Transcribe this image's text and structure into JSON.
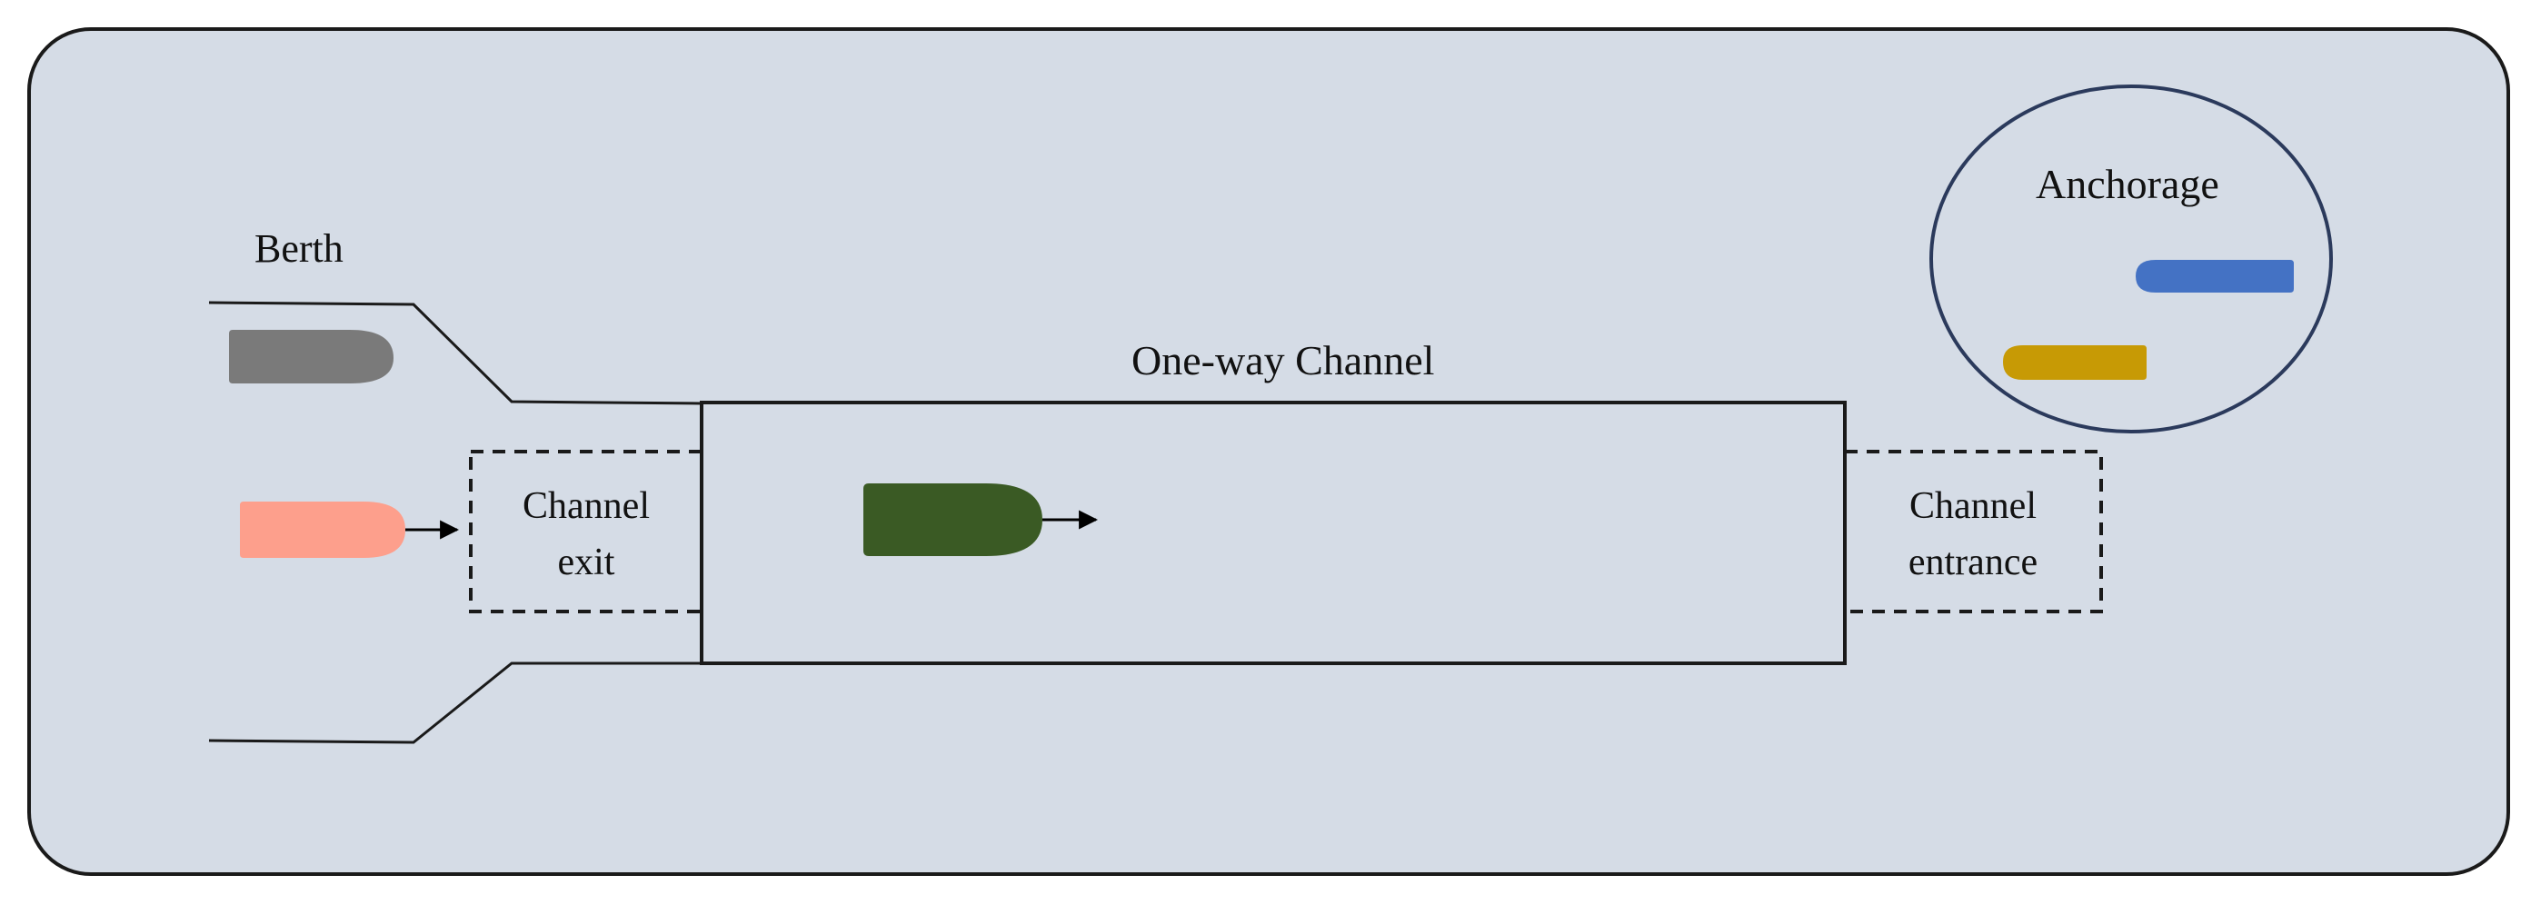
{
  "labels": {
    "berth": "Berth",
    "one_way_channel": "One-way Channel",
    "anchorage": "Anchorage",
    "channel_exit_line1": "Channel",
    "channel_exit_line2": "exit",
    "channel_entrance_line1": "Channel",
    "channel_entrance_line2": "entrance"
  },
  "colors": {
    "background_panel": "#d5dce6",
    "panel_border": "#1a1a1a",
    "anchorage_border": "#2b3a5c",
    "ship_berth_gray": "#7a7a7a",
    "ship_departing_salmon": "#fd9f8c",
    "ship_channel_green": "#3a5a24",
    "ship_anchorage_blue": "#4472c4",
    "ship_anchorage_gold": "#c79a05"
  },
  "ships": [
    {
      "id": "berth-ship",
      "color": "ship_berth_gray",
      "moving": false
    },
    {
      "id": "departing-ship",
      "color": "ship_departing_salmon",
      "moving": true
    },
    {
      "id": "channel-ship",
      "color": "ship_channel_green",
      "moving": true
    },
    {
      "id": "anchorage-ship-blue",
      "color": "ship_anchorage_blue",
      "moving": false
    },
    {
      "id": "anchorage-ship-gold",
      "color": "ship_anchorage_gold",
      "moving": false
    }
  ]
}
